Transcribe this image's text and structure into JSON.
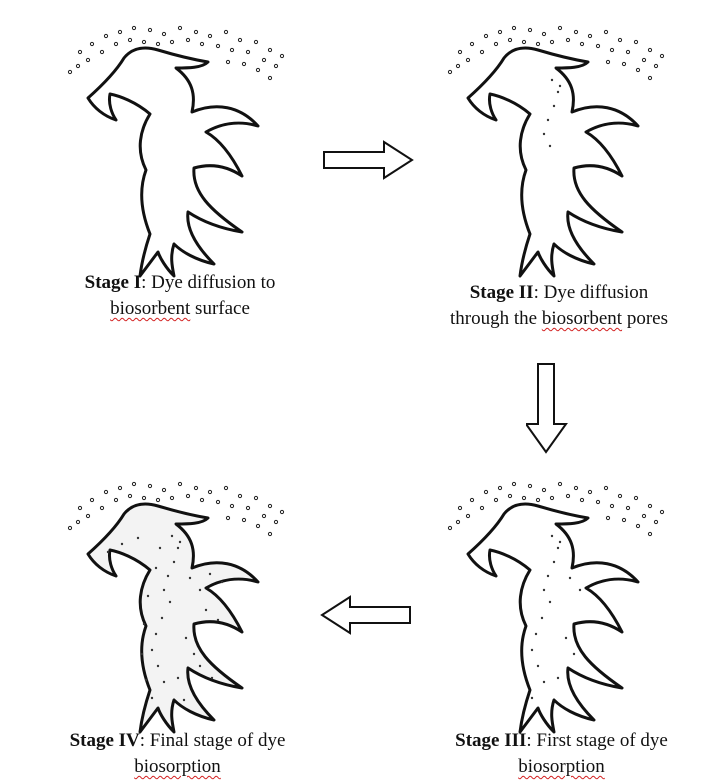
{
  "stages": [
    {
      "id": "I",
      "label": "Stage I",
      "line1_rest": ": Dye diffusion to",
      "line2": "biosorbent surface",
      "line2_pre": "",
      "line2_post": " surface",
      "line2_word": "biosorbent"
    },
    {
      "id": "II",
      "label": "Stage II",
      "line1_rest": ": Dye diffusion",
      "line2_pre": "through the ",
      "line2_word": "biosorbent",
      "line2_post": " pores"
    },
    {
      "id": "III",
      "label": "Stage III",
      "line1_rest": ": First stage of dye",
      "line2_pre": "",
      "line2_word": "biosorption",
      "line2_post": ""
    },
    {
      "id": "IV",
      "label": "Stage IV",
      "line1_rest": ": Final stage of dye",
      "line2_pre": "",
      "line2_word": "biosorption",
      "line2_post": ""
    }
  ],
  "arrows": {
    "a12": "right",
    "a23": "down",
    "a34": "left"
  }
}
